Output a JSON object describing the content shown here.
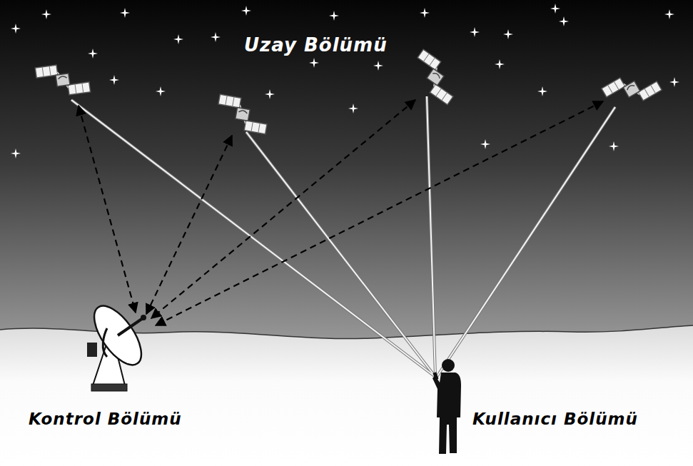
{
  "diagram": {
    "labels": [
      "Uzay Bölümü",
      "Kontrol Bölümü",
      "Kullanıcı Bölümü"
    ]
  }
}
